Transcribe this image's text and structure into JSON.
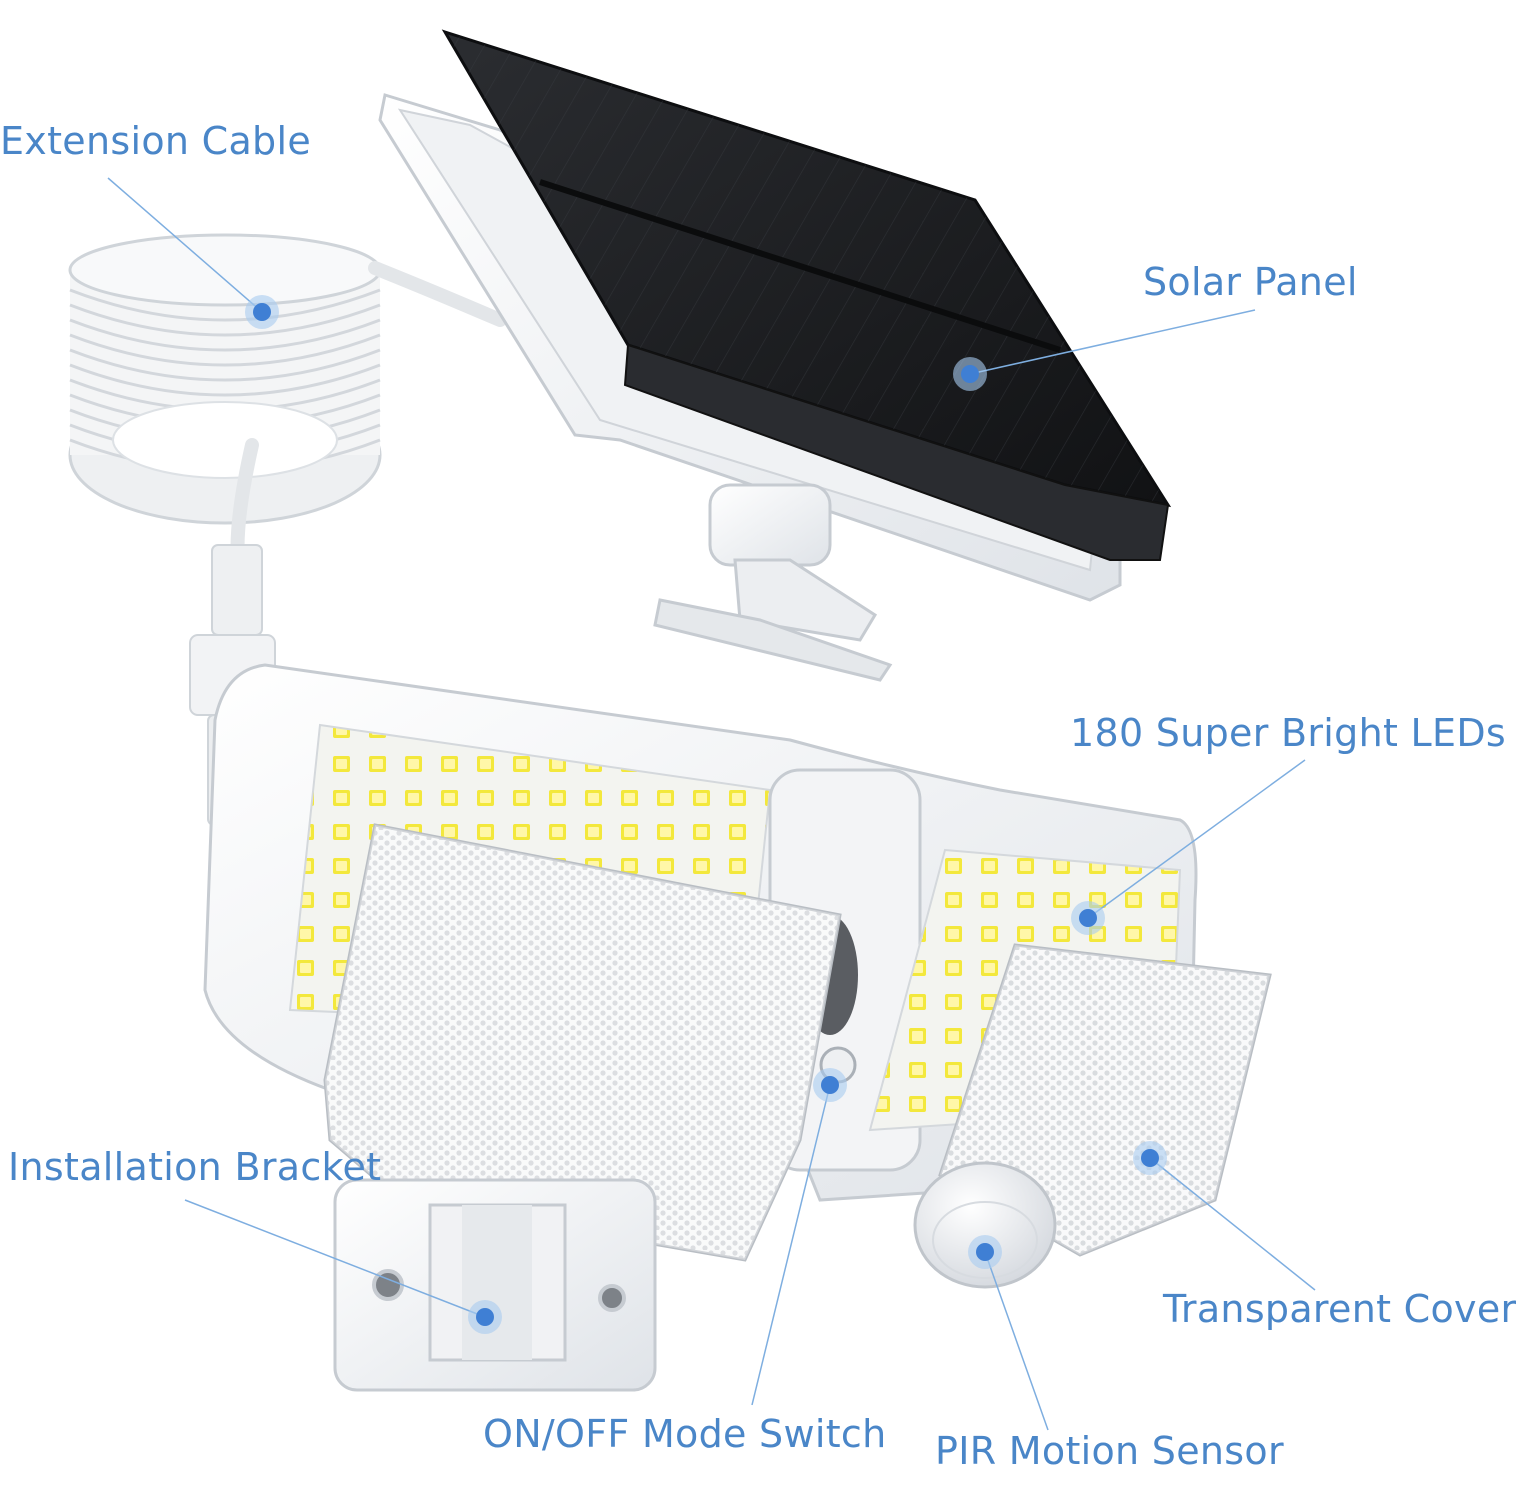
{
  "diagram": {
    "accent_color": "#4a86c8",
    "dot_color": "#3f7fd4",
    "callouts": [
      {
        "id": "extension-cable",
        "label": "Extension Cable"
      },
      {
        "id": "solar-panel",
        "label": "Solar Panel"
      },
      {
        "id": "leds",
        "label": "180 Super Bright LEDs"
      },
      {
        "id": "installation-bracket",
        "label": "Installation Bracket"
      },
      {
        "id": "transparent-cover",
        "label": "Transparent Cover"
      },
      {
        "id": "mode-switch",
        "label": "ON/OFF Mode Switch"
      },
      {
        "id": "pir-sensor",
        "label": "PIR Motion Sensor"
      }
    ]
  }
}
